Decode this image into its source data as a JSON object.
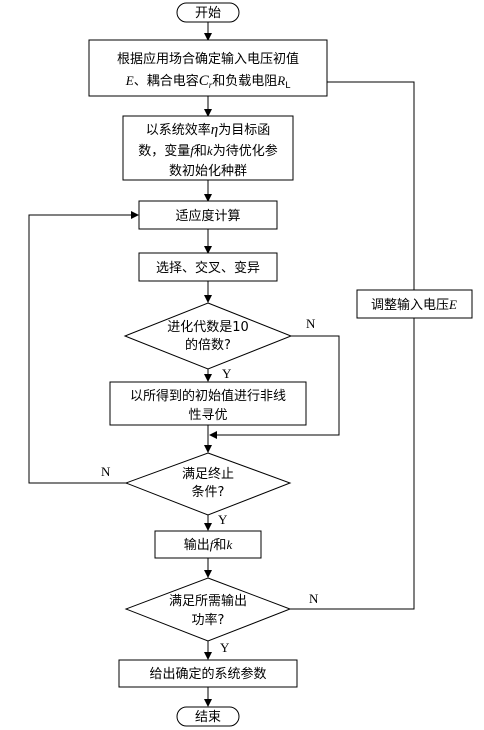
{
  "nodes": {
    "start": "开始",
    "init_params": {
      "line1": "根据应用场合确定输入电压初值",
      "line2_a": "E",
      "line2_b": "、耦合电容",
      "line2_c": "C",
      "line2_c_sub": "r",
      "line2_d": "和负载电阻",
      "line2_e": "R",
      "line2_e_sub": "L"
    },
    "objective": {
      "line1_a": "以系统效率",
      "line1_b": "η",
      "line1_c": "为目标函",
      "line2_a": "数，变量",
      "line2_b": "f",
      "line2_c": "和",
      "line2_d": "k",
      "line2_e": "为待优化参",
      "line3": "数初始化种群"
    },
    "fitness": "适应度计算",
    "genetic_ops": "选择、交叉、变异",
    "gen_check": {
      "line1": "进化代数是10",
      "line2": "的倍数?"
    },
    "nonlinear": {
      "line1": "以所得到的初始值进行非线",
      "line2": "性寻优"
    },
    "stop_check": {
      "line1": "满足终止",
      "line2": "条件?"
    },
    "output": {
      "a": "输出",
      "b": "f",
      "c": "和",
      "d": "k"
    },
    "power_check": {
      "line1": "满足所需输出",
      "line2": "功率?"
    },
    "adjust": {
      "a": "调整输入电压",
      "b": "E"
    },
    "final": "给出确定的系统参数",
    "end": "结束"
  },
  "labels": {
    "gen_no": "N",
    "gen_yes": "Y",
    "stop_no": "N",
    "stop_yes": "Y",
    "power_no": "N",
    "power_yes": "Y"
  }
}
